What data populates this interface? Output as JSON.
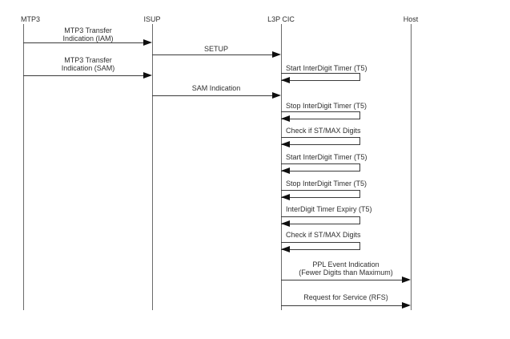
{
  "diagram": {
    "kind": "message-sequence-chart",
    "actors": [
      {
        "name": "MTP3"
      },
      {
        "name": "ISUP"
      },
      {
        "name": "L3P CIC"
      },
      {
        "name": "Host"
      }
    ],
    "messages": [
      {
        "type": "arrow",
        "from": "MTP3",
        "to": "ISUP",
        "label": "MTP3 Transfer\nIndication (IAM)"
      },
      {
        "type": "arrow",
        "from": "ISUP",
        "to": "L3P CIC",
        "label": "SETUP"
      },
      {
        "type": "arrow",
        "from": "MTP3",
        "to": "ISUP",
        "label": "MTP3 Transfer\nIndication (SAM)"
      },
      {
        "type": "self",
        "at": "L3P CIC",
        "label": "Start InterDigit Timer (T5)"
      },
      {
        "type": "arrow",
        "from": "ISUP",
        "to": "L3P CIC",
        "label": "SAM Indication"
      },
      {
        "type": "self",
        "at": "L3P CIC",
        "label": "Stop InterDigit Timer (T5)"
      },
      {
        "type": "self",
        "at": "L3P CIC",
        "label": "Check if ST/MAX Digits"
      },
      {
        "type": "self",
        "at": "L3P CIC",
        "label": "Start InterDigit Timer (T5)"
      },
      {
        "type": "self",
        "at": "L3P CIC",
        "label": "Stop InterDigit Timer (T5)"
      },
      {
        "type": "self",
        "at": "L3P CIC",
        "label": "InterDigit Timer Expiry (T5)"
      },
      {
        "type": "self",
        "at": "L3P CIC",
        "label": "Check if ST/MAX Digits"
      },
      {
        "type": "arrow",
        "from": "L3P CIC",
        "to": "Host",
        "label": "PPL Event Indication\n(Fewer Digits than Maximum)"
      },
      {
        "type": "arrow",
        "from": "L3P CIC",
        "to": "Host",
        "label": "Request for Service (RFS)"
      }
    ],
    "colors": {
      "background": "#ffffff",
      "line": "#3a3a3a",
      "lifeline": "#6a6a6a",
      "arrowhead": "#0f0f0f",
      "text": "#2f2f2f"
    }
  }
}
